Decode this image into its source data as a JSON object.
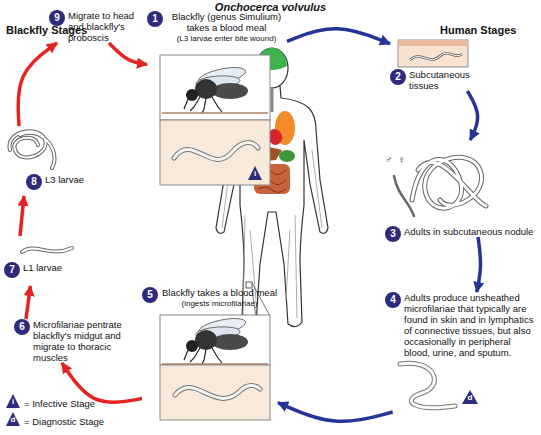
{
  "diagram": {
    "title": "Onchocerca volvulus",
    "nodes": [
      {
        "text": [
          "1",
          "Blackfly (genus Simulium) takes a blood meal",
          "(L3 larvae enter bite wound)"
        ]
      },
      {
        "text": [
          "2",
          "Subcutaneous tissues"
        ]
      },
      {
        "text": [
          "3",
          "Adults in subcutaneous nodule"
        ]
      },
      {
        "text": [
          "4",
          "Adults produce unsheathed microfilariae that typically are found in skin and in lymphatics of connective tissues, but also occasionally in peripheral blood, urine, and sputum."
        ]
      },
      {
        "text": [
          "5",
          "Blackfly takes a blood meal",
          "(ingests microfilariae)"
        ]
      },
      {
        "text": [
          "6",
          "Microfilariae pentrate blackfly's midgut and migrate to thoracic muscles"
        ]
      },
      {
        "text": [
          "7",
          "L1 larvae"
        ]
      },
      {
        "text": [
          "8",
          "L3 larvae"
        ]
      },
      {
        "text": [
          "9",
          "Migrate to head and blackfly's proboscis"
        ]
      }
    ],
    "edges": [
      {
        "from": 0,
        "to": 1,
        "arrow": "to"
      },
      {
        "from": 1,
        "to": 2,
        "arrow": "to"
      },
      {
        "from": 2,
        "to": 3,
        "arrow": "to"
      },
      {
        "from": 3,
        "to": 4,
        "arrow": "to"
      },
      {
        "from": 4,
        "to": 5,
        "arrow": "to"
      },
      {
        "from": 5,
        "to": 6,
        "arrow": "to"
      },
      {
        "from": 6,
        "to": 7,
        "arrow": "to"
      },
      {
        "from": 7,
        "to": 8,
        "arrow": "to"
      },
      {
        "from": 8,
        "to": 0,
        "arrow": "to"
      }
    ],
    "labels": [
      "Blackfly Stages",
      "Human Stages",
      "♂",
      "♀",
      "i",
      "d",
      "i",
      "d"
    ],
    "legend": [
      {
        "text": "= Infective Stage"
      },
      {
        "text": "= Diagnostic Stage"
      }
    ]
  }
}
